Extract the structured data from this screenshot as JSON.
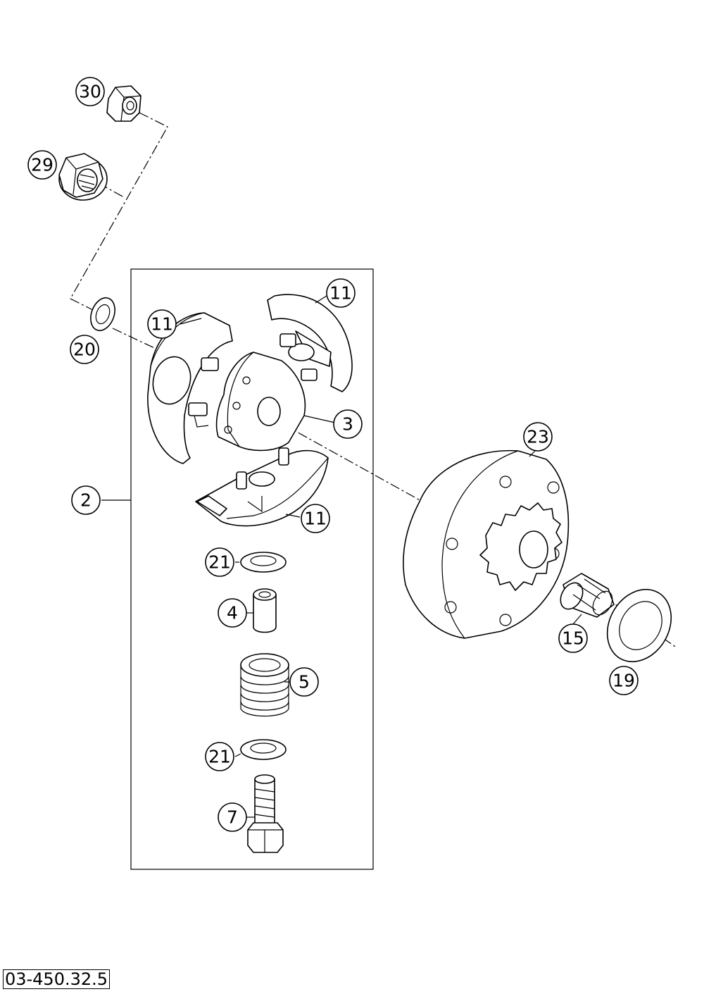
{
  "diagram": {
    "reference_code": "03-450.32.5",
    "callouts": {
      "p30": "30",
      "p29": "29",
      "p20": "20",
      "p11a": "11",
      "p11b": "11",
      "p3": "3",
      "p2": "2",
      "p11c": "11",
      "p23": "23",
      "p21a": "21",
      "p4": "4",
      "p5": "5",
      "p21b": "21",
      "p7": "7",
      "p15": "15",
      "p19": "19"
    }
  },
  "colors": {
    "line": "#000000",
    "background": "#ffffff"
  }
}
